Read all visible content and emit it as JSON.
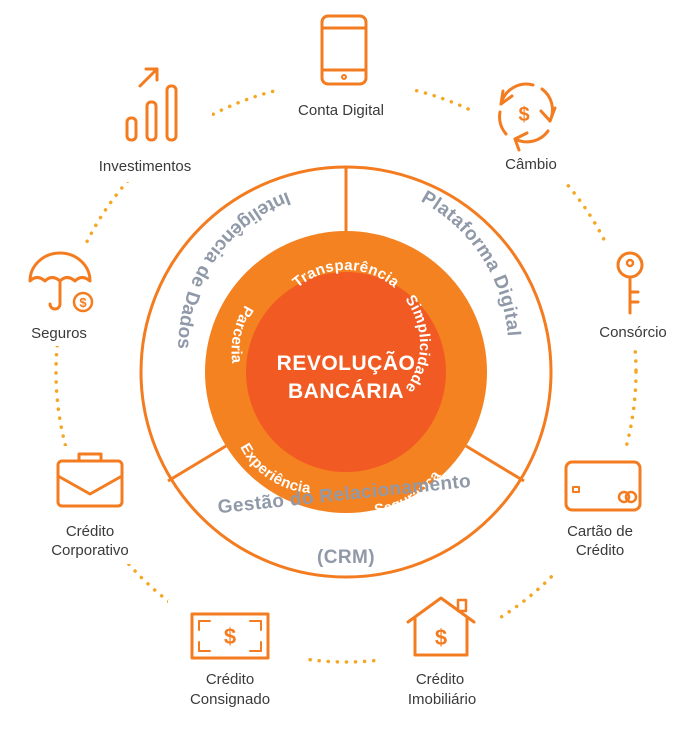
{
  "center": {
    "line1": "REVOLUÇÃO",
    "line2": "BANCÁRIA"
  },
  "core_values": {
    "top": "Transparência",
    "right": "Simplicidade",
    "bottom_right": "Segurança",
    "bottom_left": "Experiência",
    "left": "Parceria"
  },
  "middle_ring": {
    "left": "Inteligência de Dados",
    "right": "Plataforma Digital",
    "bottom_line1": "Gestão do Relacionamento",
    "bottom_line2": "(CRM)"
  },
  "services": {
    "conta_digital": "Conta Digital",
    "cambio": "Câmbio",
    "consorcio": "Consórcio",
    "cartao_line1": "Cartão de",
    "cartao_line2": "Crédito",
    "imobiliario_line1": "Crédito",
    "imobiliario_line2": "Imobiliário",
    "consignado_line1": "Crédito",
    "consignado_line2": "Consignado",
    "corporativo_line1": "Crédito",
    "corporativo_line2": "Corporativo",
    "seguros": "Seguros",
    "investimentos": "Investimentos"
  },
  "icon_glyphs": {
    "currency": "$"
  },
  "colors": {
    "accent": "#f47c20",
    "core_outer": "#f58220",
    "core_inner": "#f15a22",
    "ring_border": "#f47c20",
    "ring_text": "#9099a8",
    "dots": "#f5a623"
  }
}
